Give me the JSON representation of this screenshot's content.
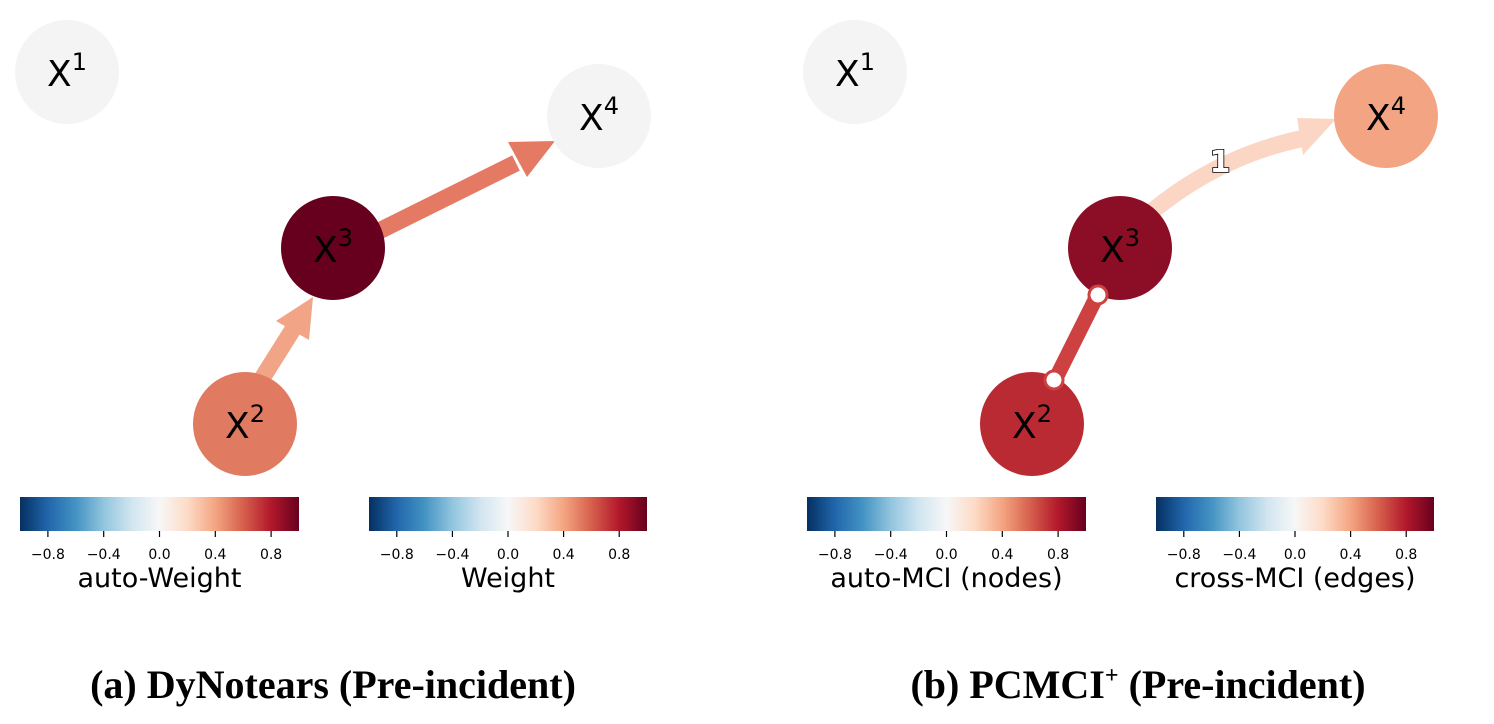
{
  "colors": {
    "node_neutral": "#f4f4f4",
    "node_x2_a": "#e07b62",
    "node_x3_a": "#67001f",
    "edge_x2_x3_a": "#f1a486",
    "edge_x3_x4_a": "#e47a64",
    "node_x2_b": "#b92a33",
    "node_x3_b": "#8c0e26",
    "node_x4_b": "#f3a583",
    "edge_x2_x3_b": "#cd4141",
    "edge_x3_x4_b": "#fbd6c4"
  },
  "colormap": {
    "name": "RdBu_r",
    "stops": [
      "#053061",
      "#2166ac",
      "#4393c3",
      "#92c5de",
      "#d1e5f0",
      "#f7f7f7",
      "#fddbc7",
      "#f4a582",
      "#d6604d",
      "#b2182b",
      "#67001f"
    ]
  },
  "panels": [
    {
      "id": "a",
      "caption_main": "(a) DyNotears (Pre-incident)",
      "caption_sup": "",
      "caption_tail": "",
      "nodes": [
        {
          "id": "X1",
          "base": "X",
          "sup": "1",
          "color_key": "node_neutral"
        },
        {
          "id": "X2",
          "base": "X",
          "sup": "2",
          "color_key": "node_x2_a"
        },
        {
          "id": "X3",
          "base": "X",
          "sup": "3",
          "color_key": "node_x3_a"
        },
        {
          "id": "X4",
          "base": "X",
          "sup": "4",
          "color_key": "node_neutral"
        }
      ],
      "edges": [
        {
          "from": "X2",
          "to": "X3",
          "type": "directed",
          "color_key": "edge_x2_x3_a",
          "label": ""
        },
        {
          "from": "X3",
          "to": "X4",
          "type": "directed",
          "color_key": "edge_x3_x4_a",
          "label": ""
        }
      ],
      "colorbars": [
        {
          "label": "auto-Weight",
          "ticks": [
            "−0.8",
            "−0.4",
            "0.0",
            "0.4",
            "0.8"
          ]
        },
        {
          "label": "Weight",
          "ticks": [
            "−0.8",
            "−0.4",
            "0.0",
            "0.4",
            "0.8"
          ]
        }
      ]
    },
    {
      "id": "b",
      "caption_main": "(b) PCMCI",
      "caption_sup": "+",
      "caption_tail": " (Pre-incident)",
      "nodes": [
        {
          "id": "X1",
          "base": "X",
          "sup": "1",
          "color_key": "node_neutral"
        },
        {
          "id": "X2",
          "base": "X",
          "sup": "2",
          "color_key": "node_x2_b"
        },
        {
          "id": "X3",
          "base": "X",
          "sup": "3",
          "color_key": "node_x3_b"
        },
        {
          "id": "X4",
          "base": "X",
          "sup": "4",
          "color_key": "node_x4_b"
        }
      ],
      "edges": [
        {
          "from": "X2",
          "to": "X3",
          "type": "contemporaneous",
          "color_key": "edge_x2_x3_b",
          "label": ""
        },
        {
          "from": "X3",
          "to": "X4",
          "type": "lagged",
          "color_key": "edge_x3_x4_b",
          "label": "1"
        }
      ],
      "colorbars": [
        {
          "label": "auto-MCI (nodes)",
          "ticks": [
            "−0.8",
            "−0.4",
            "0.0",
            "0.4",
            "0.8"
          ]
        },
        {
          "label": "cross-MCI (edges)",
          "ticks": [
            "−0.8",
            "−0.4",
            "0.0",
            "0.4",
            "0.8"
          ]
        }
      ]
    }
  ]
}
